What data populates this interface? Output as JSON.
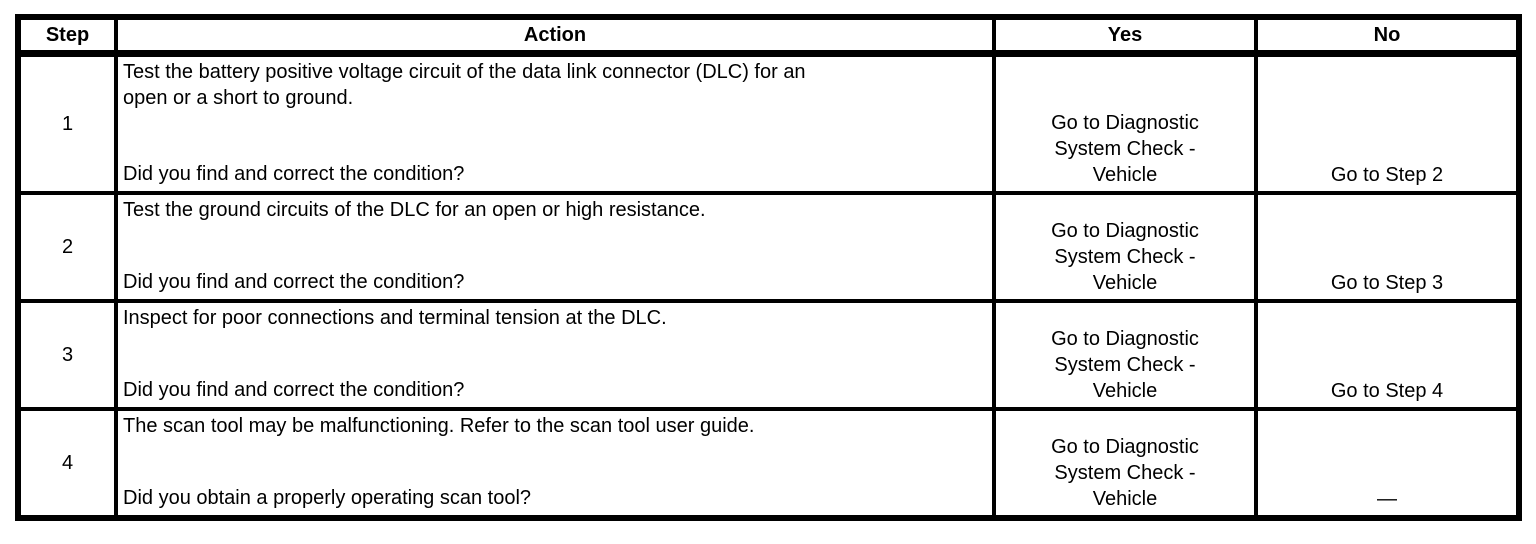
{
  "colors": {
    "border": "#000000",
    "text": "#000000",
    "background": "#ffffff"
  },
  "table": {
    "headers": [
      "Step",
      "Action",
      "Yes",
      "No"
    ],
    "rows": [
      {
        "step": "1",
        "action": "Test the battery positive voltage circuit of the data link connector (DLC) for an\nopen or a short to ground.",
        "question": "Did you find and correct the condition?",
        "yes": "Go to Diagnostic\nSystem Check -\nVehicle",
        "no": "Go to Step 2"
      },
      {
        "step": "2",
        "action": "Test the ground circuits of the DLC for an open or high resistance.",
        "question": "Did you find and correct the condition?",
        "yes": "Go to Diagnostic\nSystem Check -\nVehicle",
        "no": "Go to Step 3"
      },
      {
        "step": "3",
        "action": "Inspect for poor connections and terminal tension at the DLC.",
        "question": "Did you find and correct the condition?",
        "yes": "Go to Diagnostic\nSystem Check -\nVehicle",
        "no": "Go to Step 4"
      },
      {
        "step": "4",
        "action": "The scan tool may be malfunctioning. Refer to the scan tool user guide.",
        "question": "Did you obtain a properly operating scan tool?",
        "yes": "Go to Diagnostic\nSystem Check -\nVehicle",
        "no": "—"
      }
    ]
  }
}
